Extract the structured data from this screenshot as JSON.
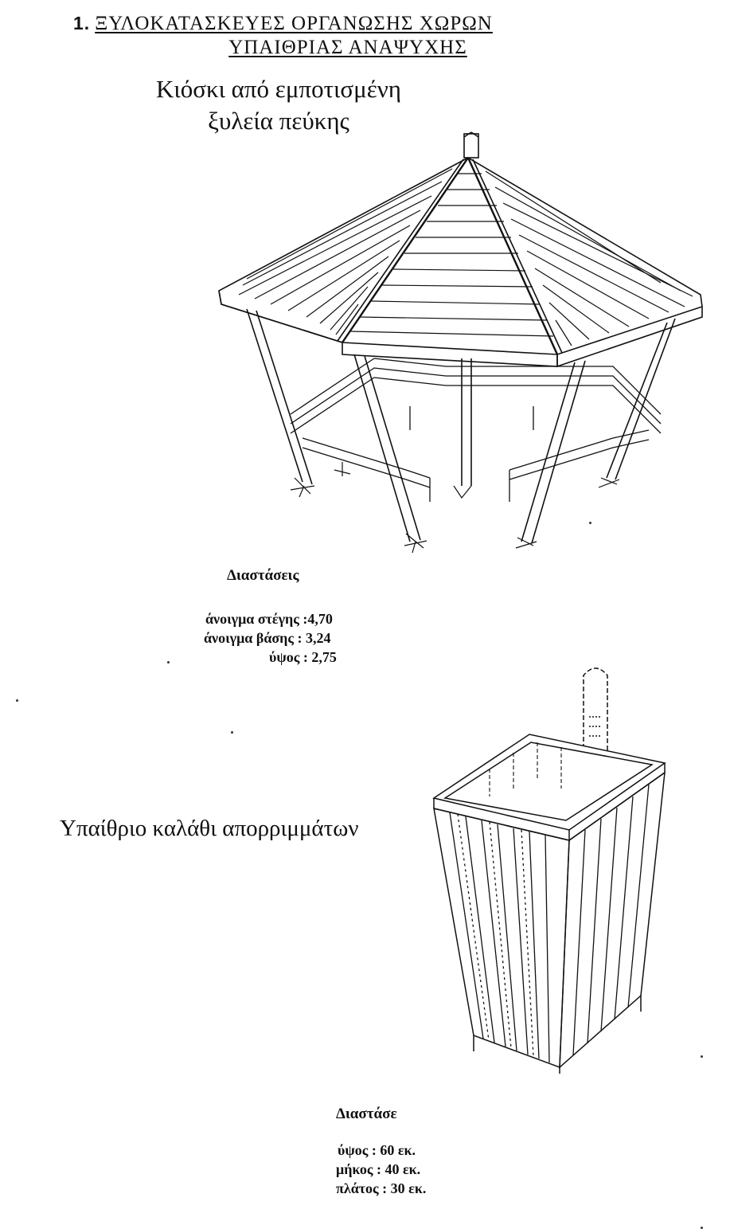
{
  "heading": {
    "number": "1.",
    "line1": "ΞΥΛΟΚΑΤΑΣΚΕΥΕΣ ΟΡΓΑΝΩΣΗΣ ΧΩΡΩΝ",
    "line2": "ΥΠΑΙΘΡΙΑΣ ΑΝΑΨΥΧΗΣ"
  },
  "kiosk": {
    "title_line1": "Κιόσκι από εμποτισμένη",
    "title_line2": "ξυλεία πεύκης",
    "dims_heading": "Διαστάσεις",
    "dims": [
      "άνοιγμα στέγης :4,70",
      "άνοιγμα βάσης : 3,24",
      "ύψος : 2,75"
    ]
  },
  "bin": {
    "title": "Υπαίθριο καλάθι απορριμμάτων",
    "dims_heading": "Διαστάσε",
    "dims": [
      "ύψος : 60 εκ.",
      "μήκος : 40 εκ.",
      "πλάτος : 30 εκ."
    ]
  }
}
